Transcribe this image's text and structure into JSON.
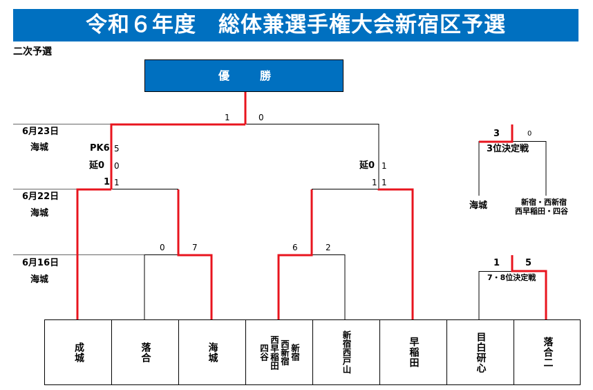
{
  "header": {
    "title": "令和６年度　総体兼選手権大会新宿区予選",
    "subtitle": "二次予選"
  },
  "champion": {
    "char1": "優",
    "char2": "勝"
  },
  "rounds": [
    {
      "date": "6月23日",
      "venue": "海城"
    },
    {
      "date": "6月22日",
      "venue": "海城"
    },
    {
      "date": "6月16日",
      "venue": "海城"
    }
  ],
  "teams": [
    {
      "lines": [
        "成城"
      ]
    },
    {
      "lines": [
        "落合"
      ]
    },
    {
      "lines": [
        "海城"
      ]
    },
    {
      "lines": [
        "新宿",
        "西新宿",
        "西早稲田",
        "四谷"
      ]
    },
    {
      "lines": [
        "新宿西戸山"
      ]
    },
    {
      "lines": [
        "早稲田"
      ]
    },
    {
      "lines": [
        "目白研心"
      ]
    },
    {
      "lines": [
        "落合二"
      ]
    }
  ],
  "scores": {
    "r1": {
      "m1": [
        "0",
        "7"
      ],
      "m2": [
        "6",
        "2"
      ]
    },
    "semi_left": {
      "pk_label": "PK6",
      "pk_right": "5",
      "ext_label": "延0",
      "ext_right": "0",
      "reg_left": "1",
      "reg_right": "1"
    },
    "semi_right": {
      "ext_label": "延0",
      "ext_right": "1",
      "reg_left": "1",
      "reg_right": "1"
    },
    "final": [
      "1",
      "0"
    ]
  },
  "third_place": {
    "title": "3位決定戦",
    "scores": [
      "3",
      "0"
    ],
    "team_left": "海城",
    "team_right_line1": "新宿・西新宿",
    "team_right_line2": "西早稲田・四谷"
  },
  "seventh_place": {
    "title": "7・8位決定戦",
    "scores": [
      "1",
      "5"
    ]
  },
  "colors": {
    "accent_blue": "#0070c0",
    "winner_red": "#e8141e",
    "line_black": "#000000"
  }
}
